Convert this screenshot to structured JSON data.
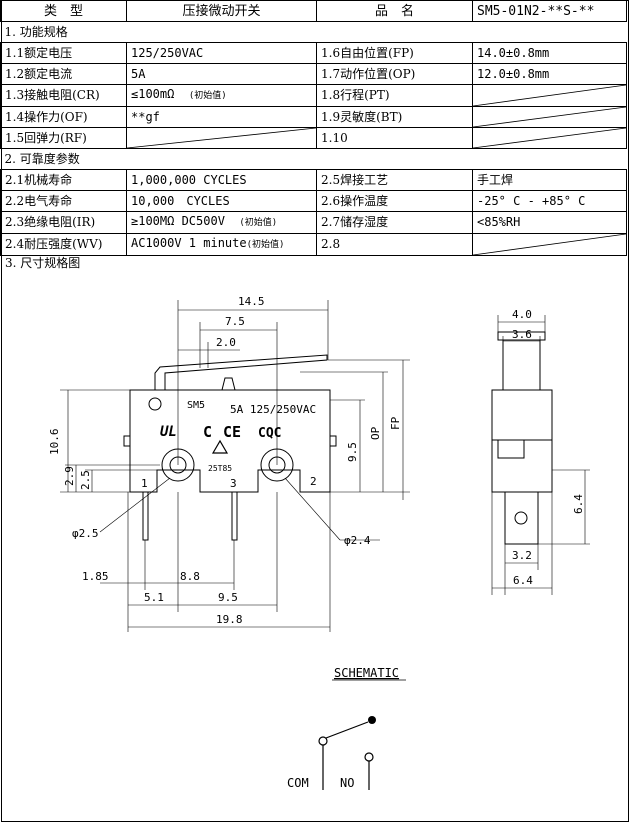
{
  "header": {
    "type_label": "类　型",
    "type_value": "压接微动开关",
    "name_label": "品　名",
    "name_value": "SM5-01N2-**S-**"
  },
  "section1": {
    "title": "1. 功能规格",
    "rows": [
      {
        "l_label": "1.1额定电压",
        "l_value": "125/250VAC",
        "r_label": "1.6自由位置(FP)",
        "r_value": "14.0±0.8mm"
      },
      {
        "l_label": "1.2额定电流",
        "l_value": "5A",
        "r_label": "1.7动作位置(OP)",
        "r_value": "12.0±0.8mm"
      },
      {
        "l_label": "1.3接触电阻(CR)",
        "l_value": "≤100mΩ",
        "l_note": "(初始值)",
        "r_label": "1.8行程(PT)",
        "r_value": ""
      },
      {
        "l_label": "1.4操作力(OF)",
        "l_value": "**gf",
        "r_label": "1.9灵敏度(BT)",
        "r_value": ""
      },
      {
        "l_label": "1.5回弹力(RF)",
        "l_value": "",
        "r_label": "1.10",
        "r_value": ""
      }
    ]
  },
  "section2": {
    "title": "2. 可靠度参数",
    "rows": [
      {
        "l_label": "2.1机械寿命",
        "l_value": "1,000,000 CYCLES",
        "r_label": "2.5焊接工艺",
        "r_value": "手工焊"
      },
      {
        "l_label": "2.2电气寿命",
        "l_value": "10,000　CYCLES",
        "r_label": "2.6操作温度",
        "r_value": "-25° C - +85° C"
      },
      {
        "l_label": "2.3绝缘电阻(IR)",
        "l_value": "≥100MΩ DC500V",
        "l_note": "(初始值)",
        "r_label": "2.7储存湿度",
        "r_value": "<85%RH"
      },
      {
        "l_label": "2.4耐压强度(WV)",
        "l_value": "AC1000V 1 minute",
        "l_note": "(初始值)",
        "r_label": "2.8",
        "r_value": ""
      }
    ]
  },
  "section3": {
    "title": "3. 尺寸规格图"
  },
  "drawing": {
    "dims": {
      "d14_5": "14.5",
      "d7_5": "7.5",
      "d2_0": "2.0",
      "d10_6": "10.6",
      "d9_5v": "9.5",
      "dOP": "OP",
      "dFP": "FP",
      "d2_9": "2.9",
      "d2_5v": "2.5",
      "d1_85": "1.85",
      "d8_8": "8.8",
      "d5_1": "5.1",
      "d9_5h": "9.5",
      "d19_8": "19.8",
      "phi2_5": "φ2.5",
      "phi2_4": "φ2.4",
      "d4_0": "4.0",
      "d3_6": "3.6",
      "d6_4v": "6.4",
      "d3_2": "3.2",
      "d6_4h": "6.4"
    },
    "body_marks": {
      "model": "SM5",
      "rating": "5A 125/250VAC",
      "cert_ul": "UL",
      "cert_ce": "CE",
      "cert_cqc": "CQC",
      "cert_c": "C",
      "cert_code": "25T85",
      "pin1": "1",
      "pin2": "2",
      "pin3": "3"
    },
    "schematic": {
      "title": "SCHEMATIC",
      "com": "COM",
      "no": "NO"
    }
  }
}
